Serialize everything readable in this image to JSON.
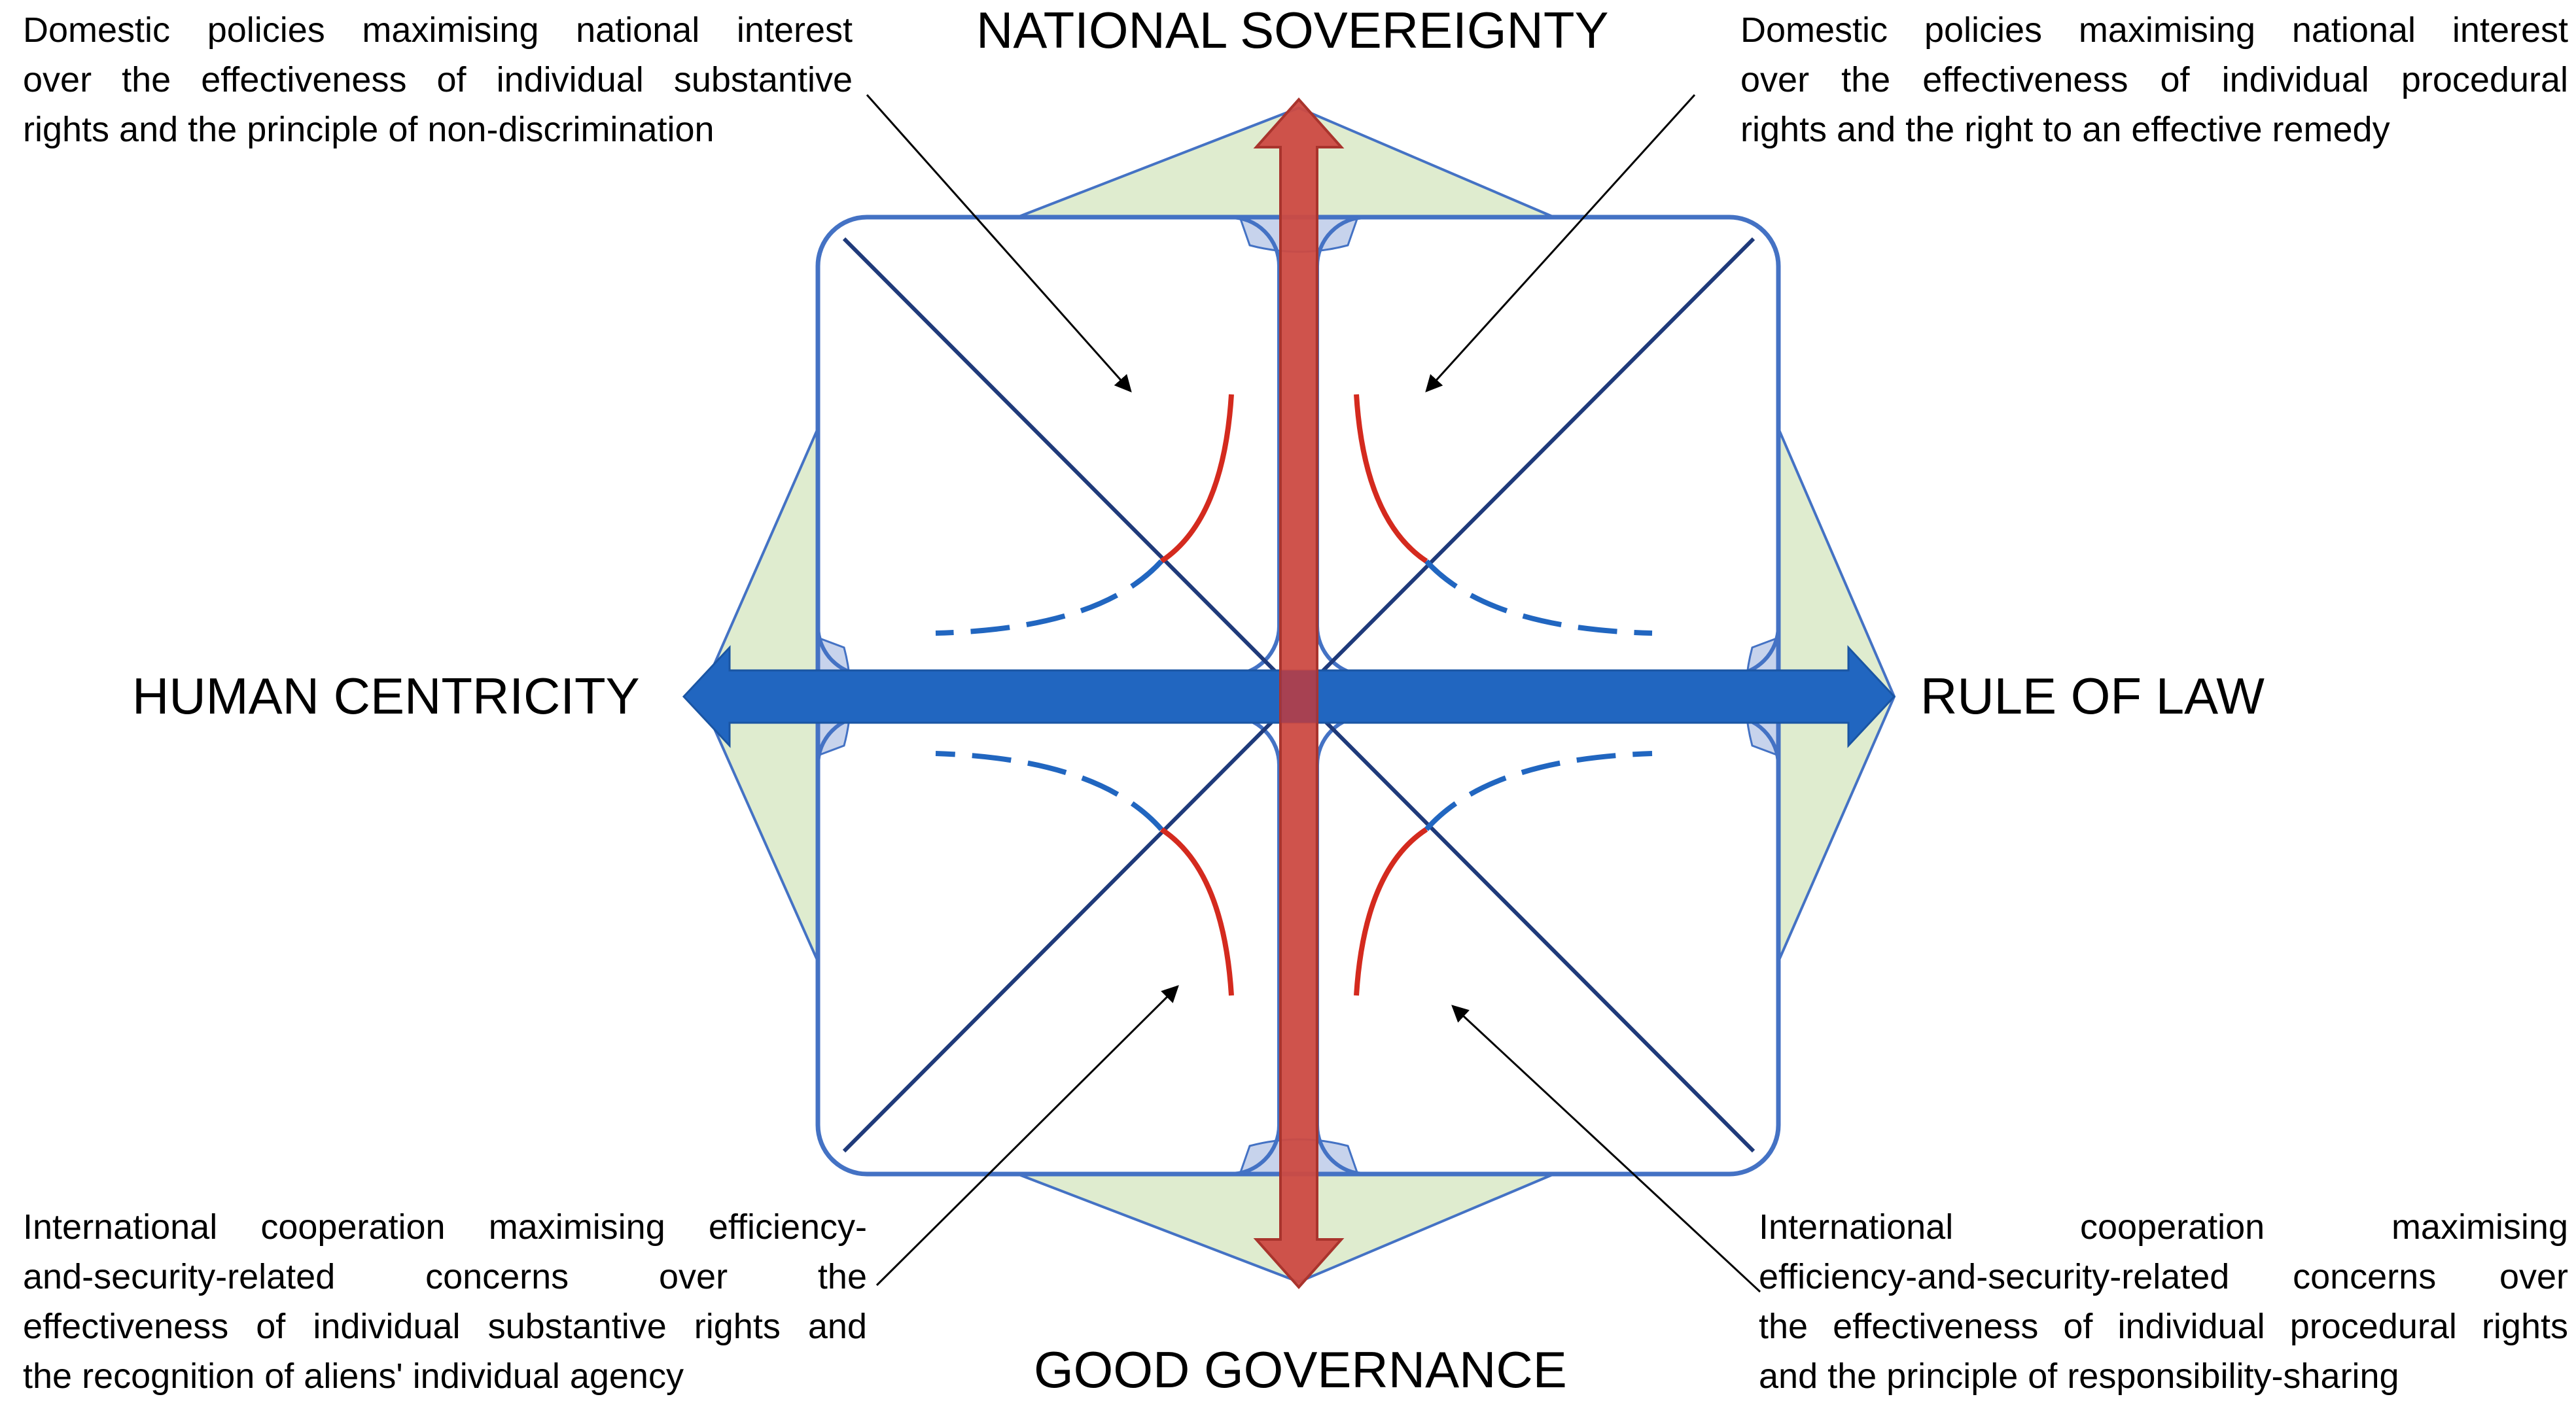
{
  "axes": {
    "top": "NATIONAL SOVEREIGNTY",
    "bottom": "GOOD GOVERNANCE",
    "left": "HUMAN CENTRICITY",
    "right": "RULE OF LAW"
  },
  "notes": {
    "top_left": [
      "Domestic policies maximising national interest",
      "over the effectiveness of individual substantive",
      "rights and the principle of non-discrimination"
    ],
    "top_right": [
      "Domestic policies maximising national interest",
      "over the effectiveness of individual procedural",
      "rights and the right to an effective remedy"
    ],
    "bottom_left": [
      "International cooperation maximising efficiency-",
      "and-security-related concerns over the",
      "effectiveness of individual substantive rights and",
      "the recognition of aliens' individual agency"
    ],
    "bottom_right": [
      "International cooperation maximising",
      "efficiency-and-security-related concerns over",
      "the effectiveness of individual procedural rights",
      "and the principle of responsibility-sharing"
    ]
  },
  "colors": {
    "square_outline": "#4472c4",
    "diagonal": "#1f3a7a",
    "green_fill": "#dfeccf",
    "corner_fill": "#c7d3ec",
    "vertical_arrow": "#cc4a42",
    "vertical_arrow_stroke": "#a9342d",
    "horizontal_arrow": "#2166c0",
    "red_curve": "#d42a1e",
    "blue_dash": "#2166c0",
    "pointer": "#000000"
  }
}
